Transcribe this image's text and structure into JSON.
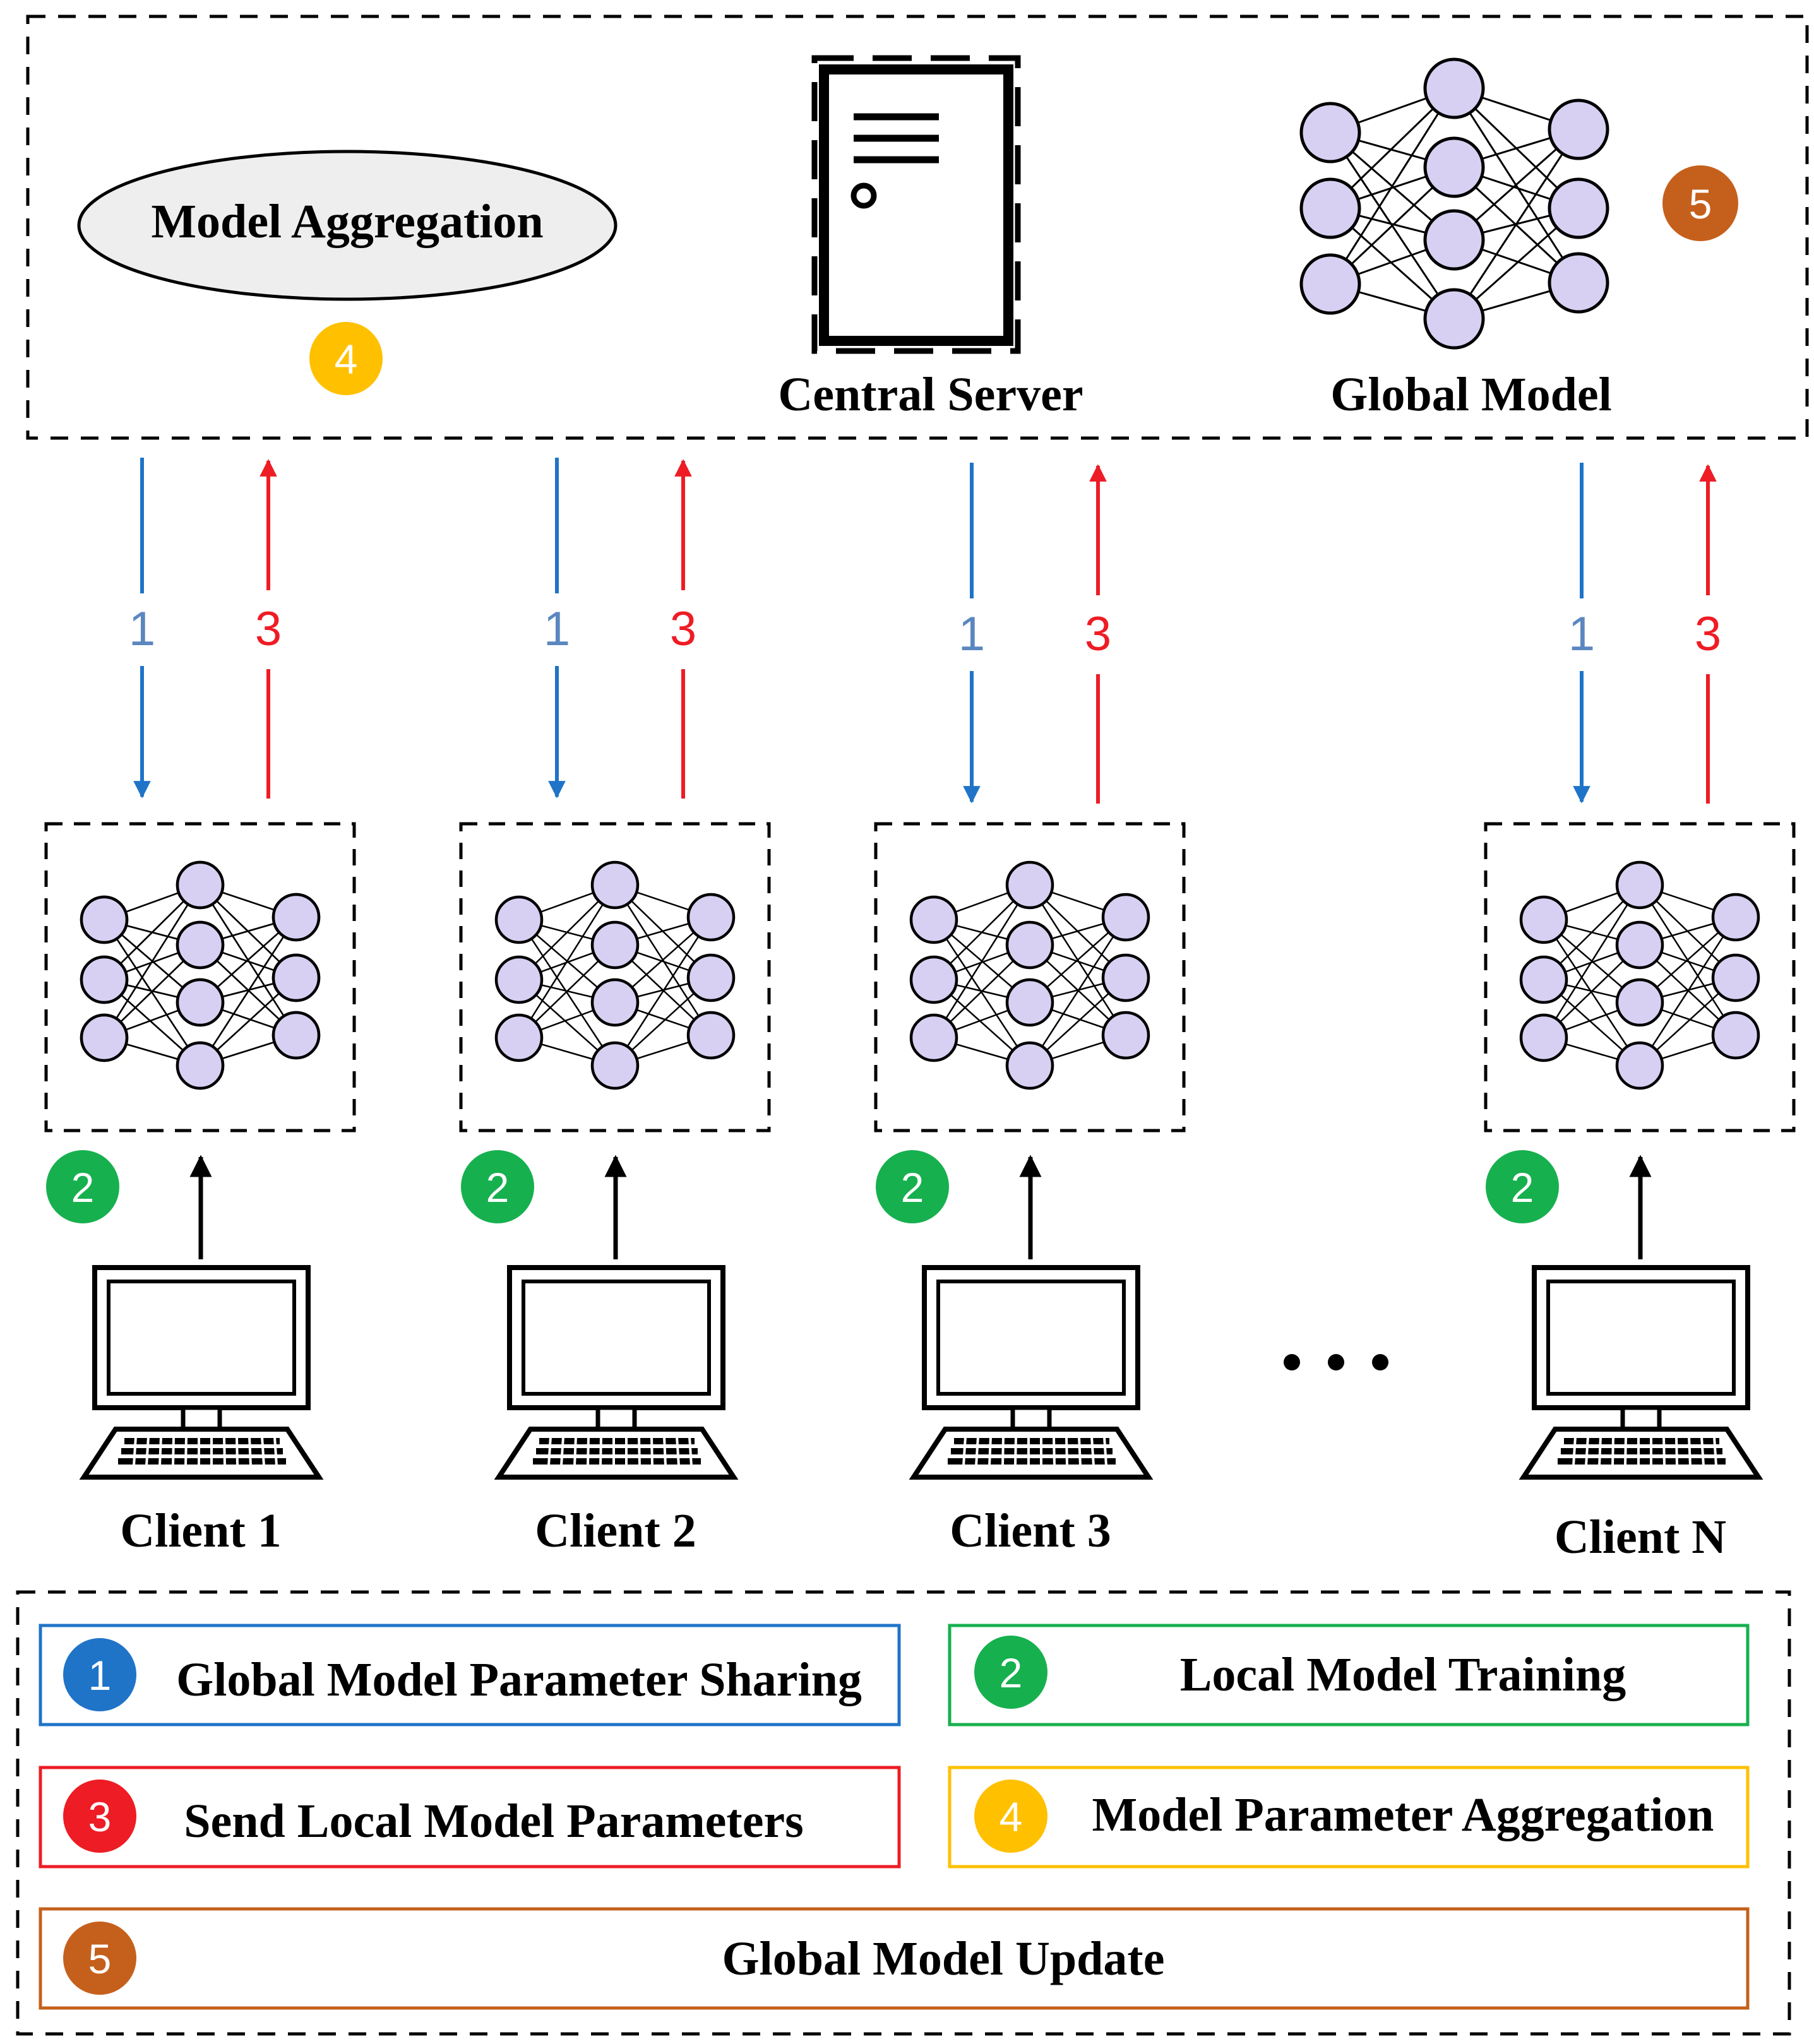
{
  "server_panel": {
    "aggregation_label": "Model Aggregation",
    "aggregation_step": "4",
    "server_label": "Central Server",
    "global_model_label": "Global Model",
    "global_model_step": "5"
  },
  "clients": [
    {
      "name": "Client 1",
      "down_step": "1",
      "up_step": "3",
      "train_step": "2"
    },
    {
      "name": "Client 2",
      "down_step": "1",
      "up_step": "3",
      "train_step": "2"
    },
    {
      "name": "Client 3",
      "down_step": "1",
      "up_step": "3",
      "train_step": "2"
    },
    {
      "name": "Client N",
      "down_step": "1",
      "up_step": "3",
      "train_step": "2"
    }
  ],
  "legend": [
    {
      "step": "1",
      "label": "Global Model Parameter Sharing",
      "color": "#1f74c8"
    },
    {
      "step": "2",
      "label": "Local Model Training",
      "color": "#17b04f"
    },
    {
      "step": "3",
      "label": "Send Local Model Parameters",
      "color": "#ee1c24"
    },
    {
      "step": "4",
      "label": "Model Parameter Aggregation",
      "color": "#ffc000"
    },
    {
      "step": "5",
      "label": "Global Model Update",
      "color": "#c5601c"
    }
  ],
  "colors": {
    "share_arrow": "#1f74c8",
    "share_digit": "#5b87c0",
    "upload_arrow": "#ee1c24",
    "neuron_fill": "#d8d0f2",
    "ellipse_fill": "#eeeeee",
    "step1": "#1f74c8",
    "step2": "#17b04f",
    "step3": "#ee1c24",
    "step4": "#ffc000",
    "step5": "#c5601c"
  }
}
